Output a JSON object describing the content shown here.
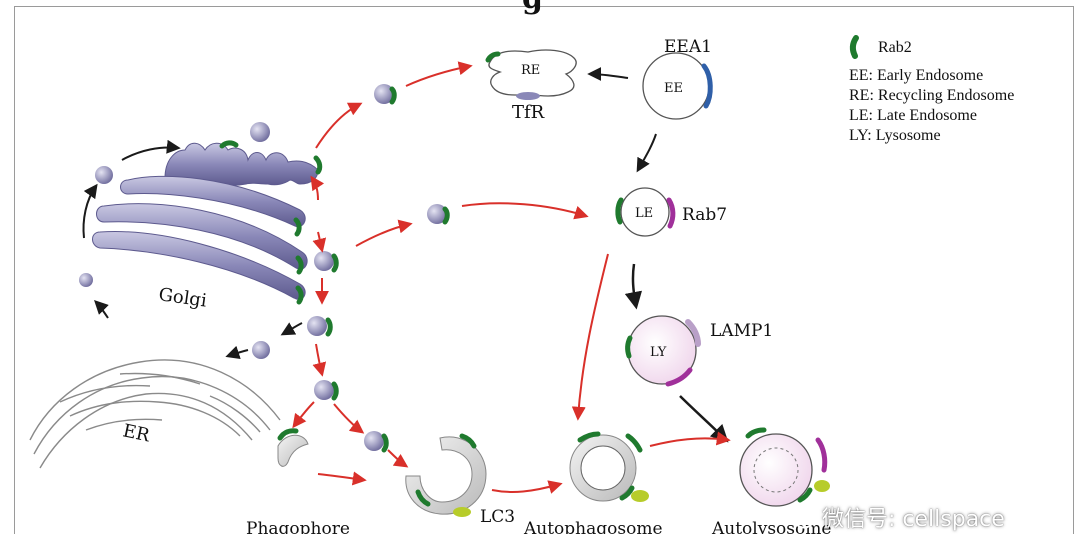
{
  "title_partial": "g",
  "labels": {
    "golgi": "Golgi",
    "er": "ER",
    "re": "RE",
    "tfr": "TfR",
    "eea1": "EEA1",
    "ee": "EE",
    "le": "LE",
    "rab7": "Rab7",
    "ly": "LY",
    "lamp1": "LAMP1",
    "lc3": "LC3",
    "phagophore": "Phagophore",
    "autophagosome": "Autophagosome",
    "autolysosome": "Autolysosome"
  },
  "legend": {
    "rab2": "Rab2",
    "items": [
      "EE: Early Endosome",
      "RE: Recycling Endosome",
      "LE: Late Endosome",
      "LY: Lysosome"
    ]
  },
  "watermark": "微信号: cellspace",
  "colors": {
    "rab2": "#1f7a2e",
    "eea1": "#2f5fa8",
    "rab7": "#a0309a",
    "lamp1": "#b9a0c8",
    "lc3": "#b7cc2a",
    "golgi": "#8a88b8",
    "vesicle": "#9e9cc0",
    "arrow_red": "#d9302a",
    "arrow_black": "#1a1a1a"
  }
}
